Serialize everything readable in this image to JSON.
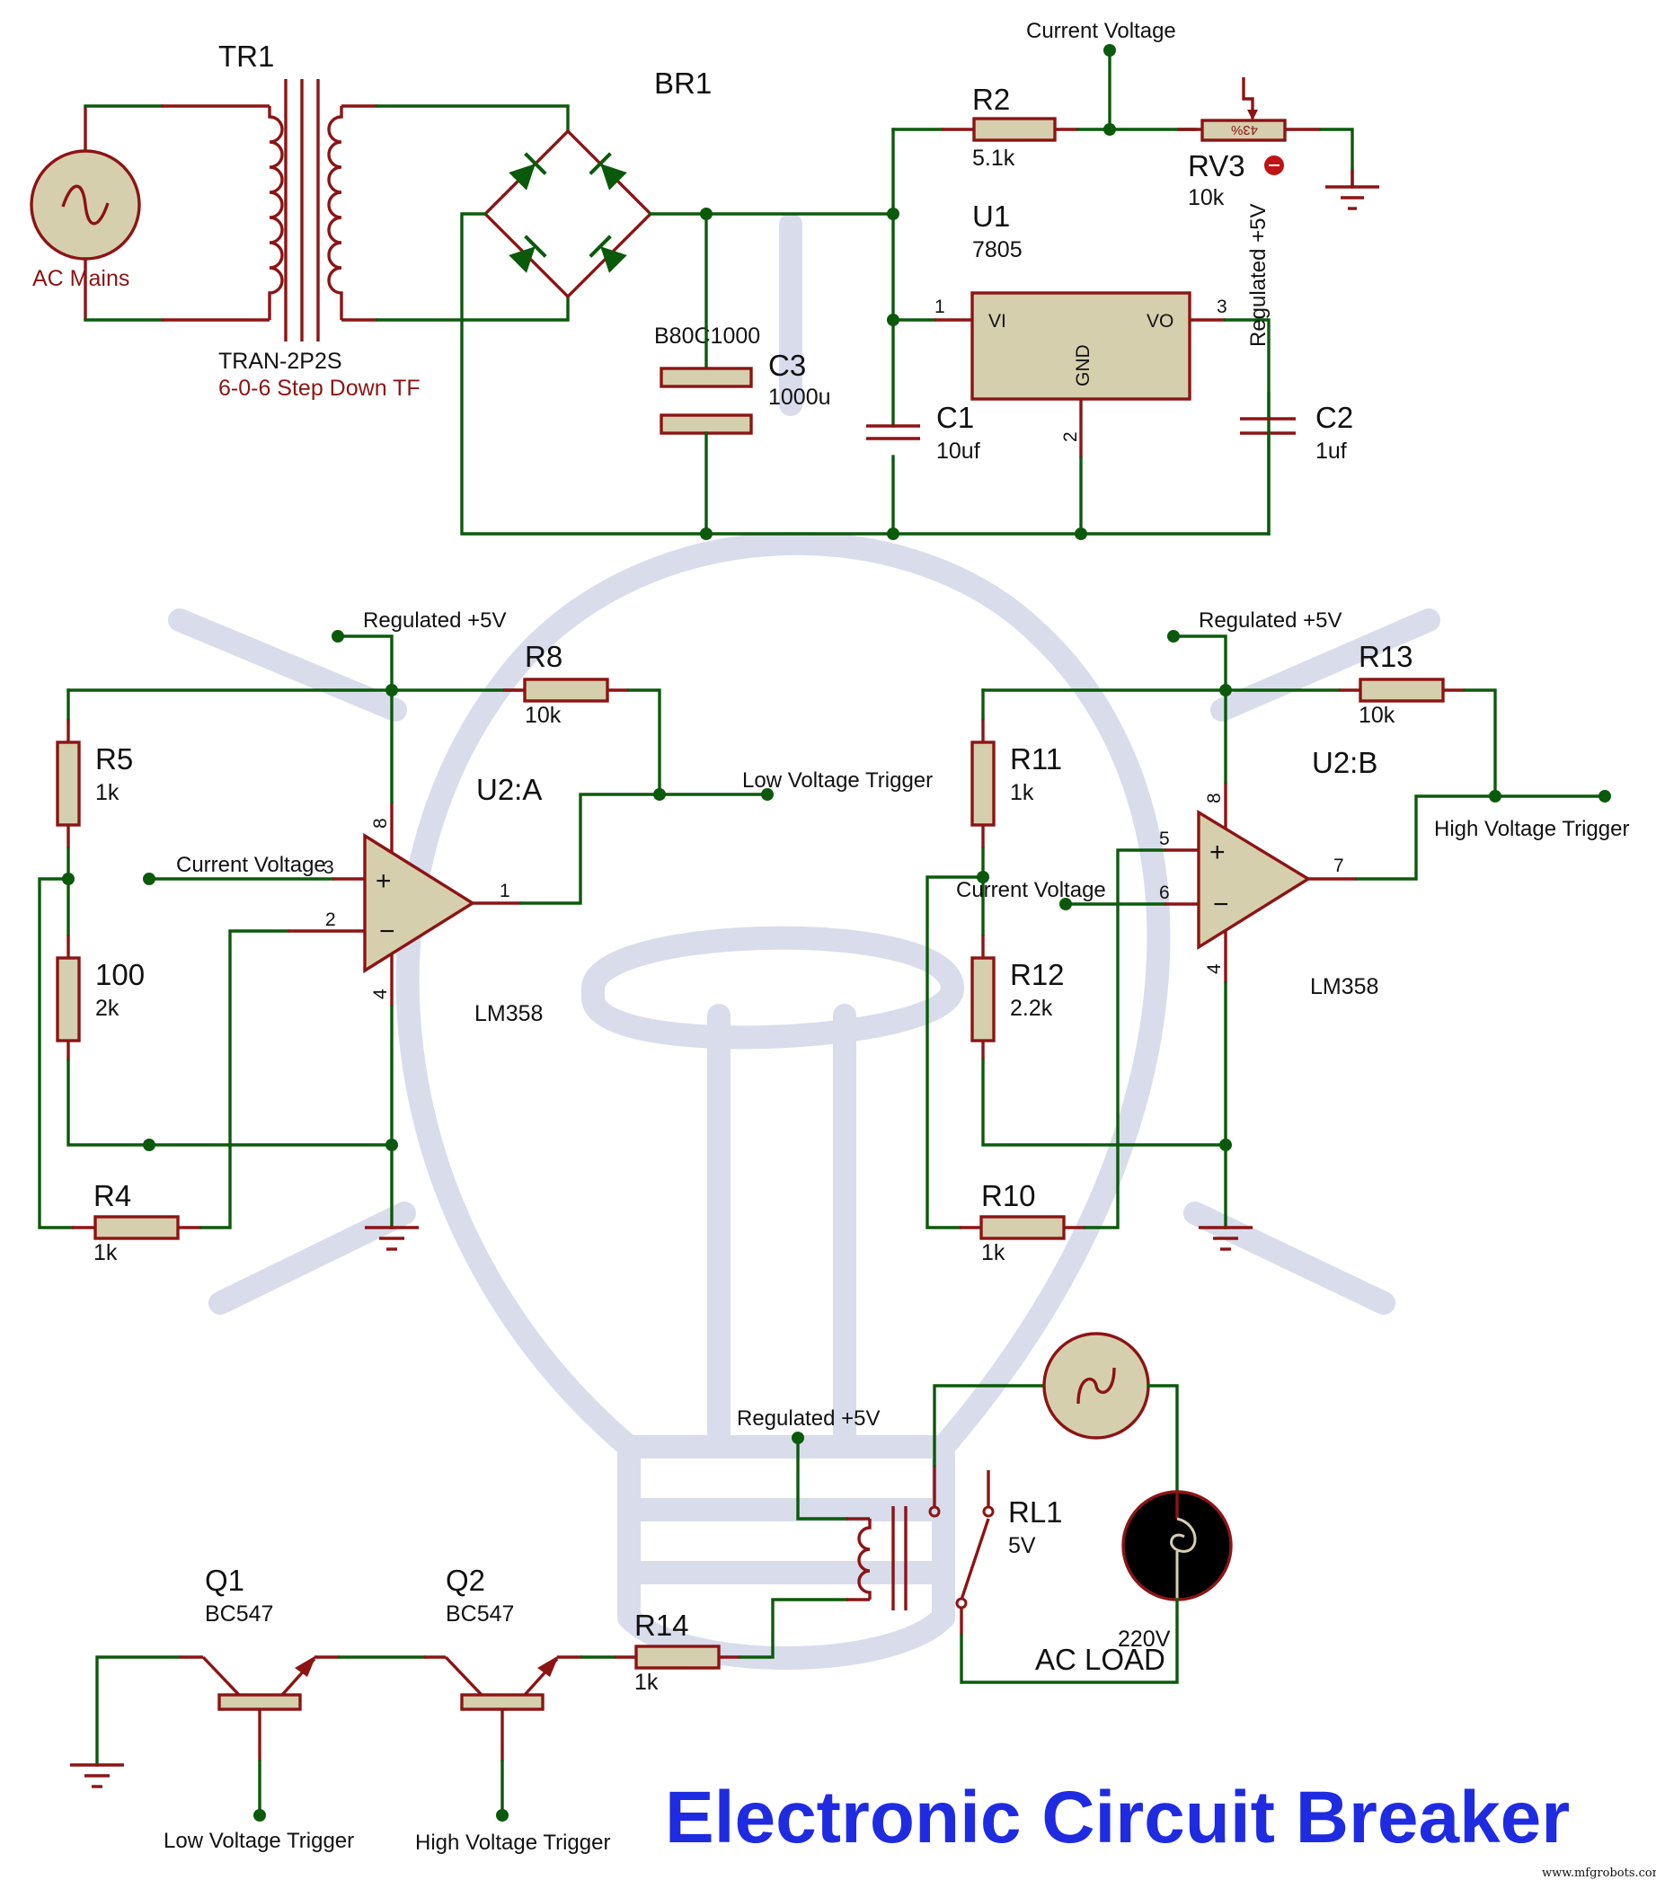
{
  "title": "Electronic Circuit Breaker",
  "credit": "www.mfgrobots.com",
  "colors": {
    "wire": "#0b5a0b",
    "lead": "#8c1414",
    "body": "#d6cfae",
    "title": "#1f2be0",
    "watermark": "#d9dceb"
  },
  "power": {
    "ac_source": {
      "label": "AC Mains"
    },
    "transformer": {
      "ref": "TR1",
      "part": "TRAN-2P2S",
      "desc": "6-0-6 Step Down TF"
    },
    "bridge": {
      "ref": "BR1",
      "part": "B80C1000"
    },
    "c3": {
      "ref": "C3",
      "value": "1000u"
    },
    "r2": {
      "ref": "R2",
      "value": "5.1k"
    },
    "rv3": {
      "ref": "RV3",
      "value": "10k",
      "setting": "43%"
    },
    "net_current_voltage": "Current Voltage",
    "regulator": {
      "ref": "U1",
      "part": "7805",
      "pin_vi": "VI",
      "pin_vo": "VO",
      "pin_gnd": "GND",
      "pin1": "1",
      "pin2": "2",
      "pin3": "3"
    },
    "reg_out_label": "Regulated +5V",
    "c1": {
      "ref": "C1",
      "value": "10uf"
    },
    "c2": {
      "ref": "C2",
      "value": "1uf"
    }
  },
  "comp_a": {
    "supply": "Regulated +5V",
    "r8": {
      "ref": "R8",
      "value": "10k"
    },
    "r5": {
      "ref": "R5",
      "value": "1k"
    },
    "r100": {
      "ref": "100",
      "value": "2k"
    },
    "r4": {
      "ref": "R4",
      "value": "1k"
    },
    "opamp": {
      "ref": "U2:A",
      "part": "LM358",
      "pin_in_plus": "3",
      "pin_in_minus": "2",
      "pin_out": "1",
      "pin_vcc": "8",
      "pin_gnd": "4"
    },
    "input_net": "Current Voltage",
    "output_net": "Low Voltage Trigger"
  },
  "comp_b": {
    "supply": "Regulated +5V",
    "r13": {
      "ref": "R13",
      "value": "10k"
    },
    "r11": {
      "ref": "R11",
      "value": "1k"
    },
    "r12": {
      "ref": "R12",
      "value": "2.2k"
    },
    "r10": {
      "ref": "R10",
      "value": "1k"
    },
    "opamp": {
      "ref": "U2:B",
      "part": "LM358",
      "pin_in_plus": "5",
      "pin_in_minus": "6",
      "pin_out": "7",
      "pin_vcc": "8",
      "pin_gnd": "4"
    },
    "input_net": "Current Voltage",
    "output_net": "High Voltage Trigger"
  },
  "relay_stage": {
    "q1": {
      "ref": "Q1",
      "part": "BC547",
      "base_net": "Low Voltage Trigger"
    },
    "q2": {
      "ref": "Q2",
      "part": "BC547",
      "base_net": "High Voltage Trigger"
    },
    "r14": {
      "ref": "R14",
      "value": "1k"
    },
    "supply": "Regulated +5V",
    "relay": {
      "ref": "RL1",
      "value": "5V"
    },
    "lamp": {
      "value": "220V"
    },
    "load_label": "AC LOAD"
  }
}
